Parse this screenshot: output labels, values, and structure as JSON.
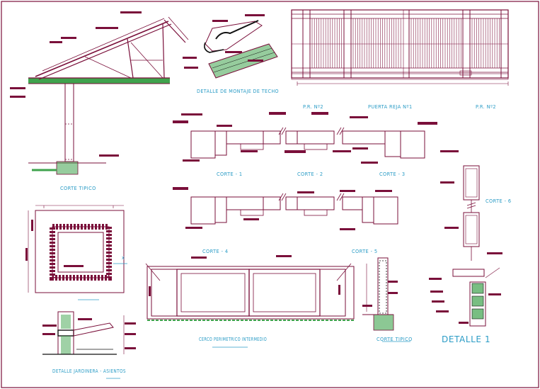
{
  "labels": {
    "techo_detail": "DETALLE DE MONTAJE DE TECHO",
    "puerta_p2_left": "P.R. Nº2",
    "puerta_main": "PUERTA REJA Nº1",
    "puerta_p2_right": "P.R. Nº2",
    "corte_tipico": "CORTE TIPICO",
    "corte_1": "CORTE - 1",
    "corte_2": "CORTE - 2",
    "corte_3": "CORTE - 3",
    "corte_4": "CORTE - 4",
    "corte_5": "CORTE - 5",
    "corte_6": "CORTE - 6",
    "cerco": "CERCO PERIMETRICO INTERMEDIO",
    "corte_tipico_2": "CORTE TIPICO",
    "detalle_1": "DETALLE 1",
    "detalle_jardinera": "DETALLE JARDINERA - ASIENTOS"
  },
  "colors": {
    "line": "#7a0f3a",
    "label": "#2b9cc6",
    "ground": "#3fa34d",
    "detail": "#111111"
  }
}
